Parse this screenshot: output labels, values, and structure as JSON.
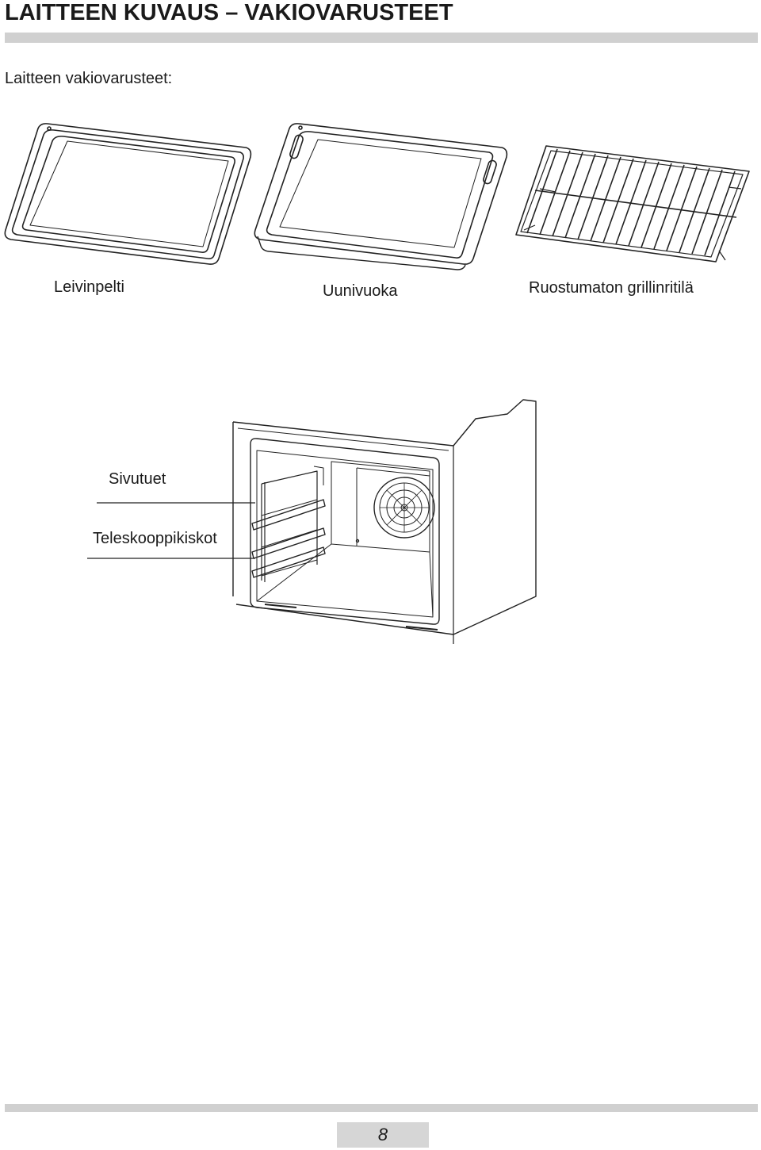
{
  "header": {
    "title": "LAITTEEN KUVAUS – VAKIOVARUSTEET",
    "subtitle": "Laitteen vakiovarusteet:"
  },
  "accessories": {
    "baking_tray": "Leivinpelti",
    "roasting_pan": "Uunivuoka",
    "grill_rack": "Ruostumaton grillinritilä"
  },
  "oven": {
    "side_supports": "Sivutuet",
    "telescopic_rails": "Teleskooppikiskot"
  },
  "footer": {
    "page_number": "8"
  },
  "colors": {
    "bar_gray": "#d0d0d0",
    "line_color": "#222222"
  }
}
